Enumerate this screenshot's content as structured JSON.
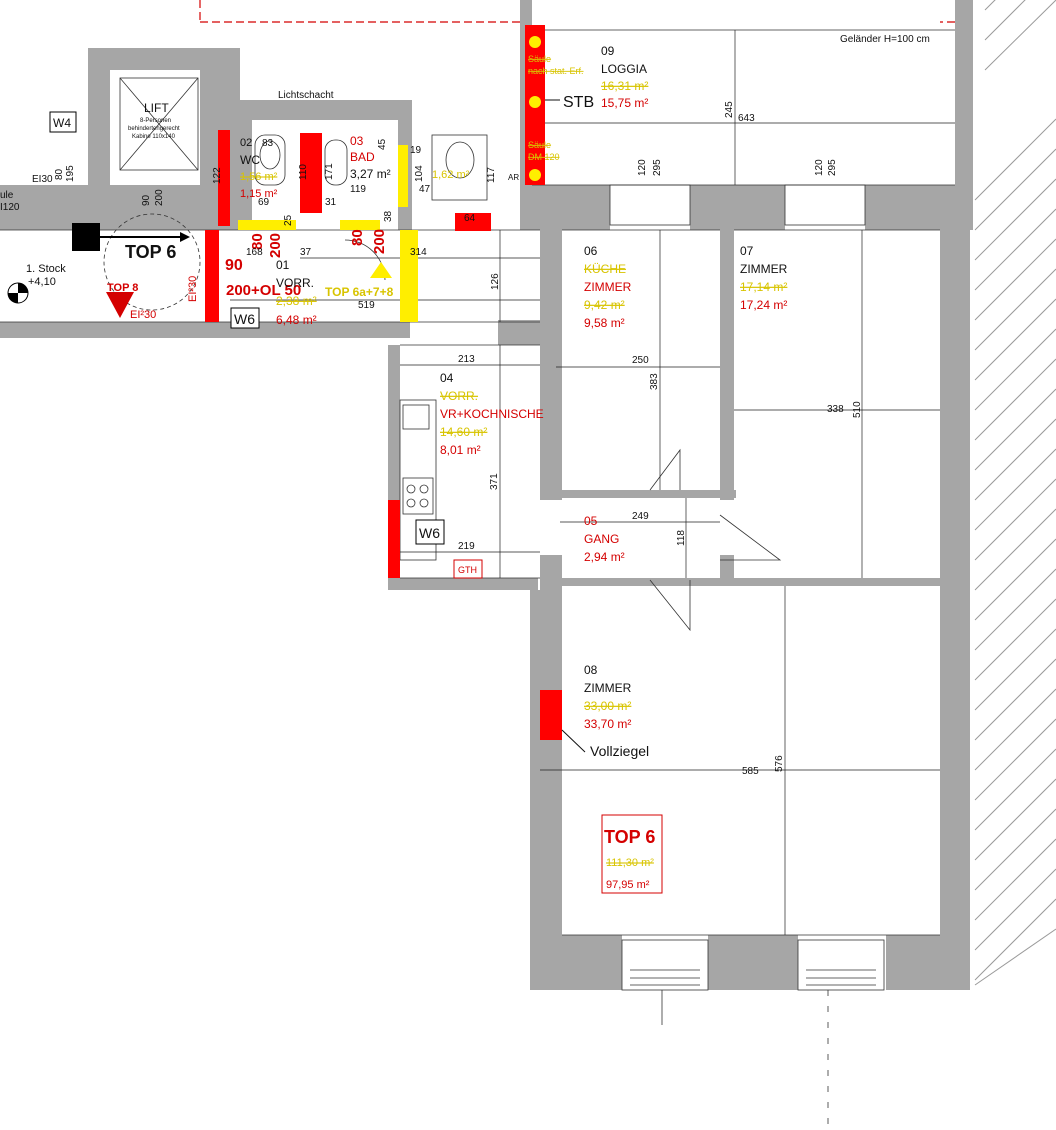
{
  "header": {
    "railing_note": "Geländer H=100 cm"
  },
  "floor": {
    "level_label": "1. Stock",
    "level_value": "+4,10"
  },
  "lift": {
    "title": "LIFT",
    "line1": "8-Personen",
    "line2": "behindertengerecht",
    "line3": "Kabine 110x140"
  },
  "lightwell": "Lichtschacht",
  "labels": {
    "w4": "W4",
    "w6a": "W6",
    "w6b": "W6",
    "ei30_left": "EI30",
    "ei30_door": "EI²30",
    "ei30_v": "EI²30",
    "ule": "ule",
    "i120": "I120",
    "stb": "STB",
    "vollziegel": "Vollziegel",
    "gth": "GTH",
    "ar": "AR",
    "top6_entry": "TOP 6",
    "top8": "TOP 8",
    "top6a": "TOP 6a+7+8",
    "saeule1_l1": "Säule",
    "saeule1_l2": "nach stat. Erf.",
    "saeule2_l1": "Säule",
    "saeule2_l2": "DM 120"
  },
  "door_marks": {
    "m90": "90",
    "m200ol": "200+OL 50",
    "m80a": "80",
    "m200a": "200",
    "m80b": "80",
    "m200b": "200"
  },
  "rooms": [
    {
      "num": "09",
      "name": "LOGGIA",
      "old_area": "16,31 m²",
      "area": "15,75 m²"
    },
    {
      "num": "02",
      "name": "WC",
      "old_area": "1,56 m²",
      "area": "1,15 m²"
    },
    {
      "num": "03",
      "name": "BAD",
      "area": "3,27 m²"
    },
    {
      "num": "",
      "name": "",
      "area": "1,62 m²"
    },
    {
      "num": "01",
      "name": "VORR.",
      "old_area": "2,38 m²",
      "area": "6,48 m²"
    },
    {
      "num": "06",
      "old_name": "KÜCHE",
      "name": "ZIMMER",
      "old_area": "9,42 m²",
      "area": "9,58 m²"
    },
    {
      "num": "07",
      "name": "ZIMMER",
      "old_area": "17,14 m²",
      "area": "17,24 m²"
    },
    {
      "num": "04",
      "old_name": "VORR.",
      "name": "VR+KOCHNISCHE",
      "old_area": "14,60 m²",
      "area": "8,01 m²"
    },
    {
      "num": "05",
      "name": "GANG",
      "area": "2,94 m²"
    },
    {
      "num": "08",
      "name": "ZIMMER",
      "old_area": "33,00 m²",
      "area": "33,70 m²"
    }
  ],
  "unit_summary": {
    "title": "TOP 6",
    "old_area": "111,30 m²",
    "area": "97,95 m²"
  },
  "dimensions": [
    "245",
    "643",
    "120",
    "295",
    "120",
    "295",
    "83",
    "110",
    "45",
    "171",
    "19",
    "104",
    "47",
    "117",
    "122",
    "80",
    "195",
    "90",
    "200",
    "69",
    "25",
    "31",
    "38",
    "64",
    "119",
    "168",
    "37",
    "314",
    "126",
    "519",
    "213",
    "371",
    "219",
    "250",
    "383",
    "338",
    "510",
    "249",
    "118",
    "585",
    "576"
  ],
  "colors": {
    "wall": "#a6a6a6",
    "demolition": "#ff0000",
    "new_wall": "#ffee00",
    "old_text": "#d8c400",
    "new_text": "#d40000"
  }
}
